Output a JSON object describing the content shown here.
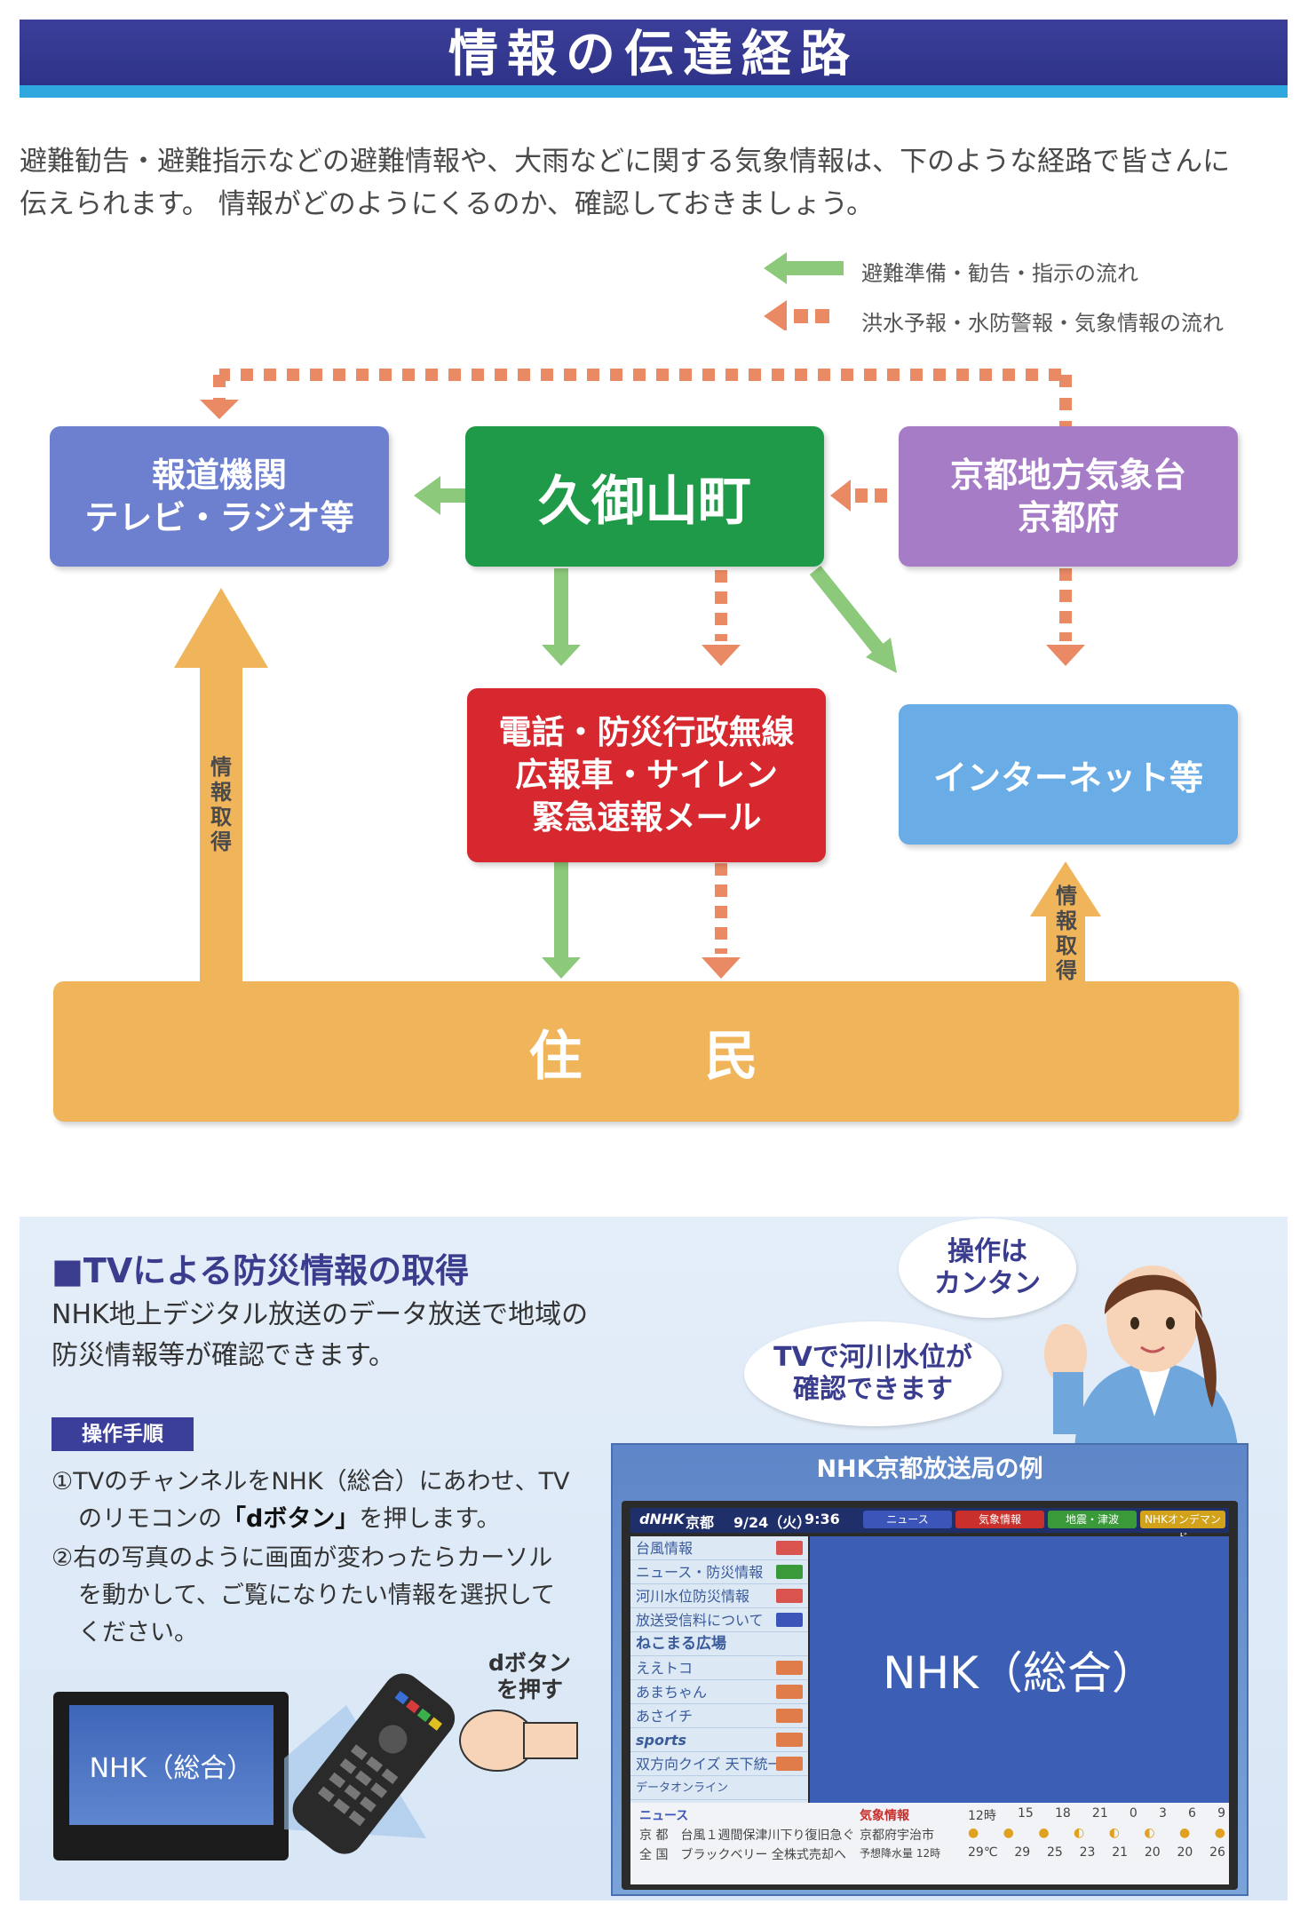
{
  "header": {
    "title": "情報の伝達経路"
  },
  "intro": {
    "line1": "避難勧告・避難指示などの避難情報や、大雨などに関する気象情報は、下のような経路で皆さんに",
    "line2": "伝えられます。 情報がどのようにくるのか、確認しておきましょう。"
  },
  "legend": {
    "green_label": "避難準備・勧告・指示の流れ",
    "orange_label": "洪水予報・水防警報・気象情報の流れ"
  },
  "colors": {
    "header_bg": "#2e3388",
    "header_stripe": "#2fa8e0",
    "green_flow": "#8cc97a",
    "orange_flow": "#ea8a64",
    "media_node": "#6d7fcf",
    "town_node": "#1e9a48",
    "jma_node": "#a77cc7",
    "alert_node": "#d6282e",
    "internet_node": "#6aace6",
    "residents": "#f0b55a"
  },
  "flow": {
    "media": {
      "line1": "報道機関",
      "line2": "テレビ・ラジオ等"
    },
    "town": {
      "label": "久御山町"
    },
    "jma": {
      "line1": "京都地方気象台",
      "line2": "京都府"
    },
    "alerts": {
      "line1": "電話・防災行政無線",
      "line2": "広報車・サイレン",
      "line3": "緊急速報メール"
    },
    "internet": {
      "label": "インターネット等"
    },
    "residents": {
      "label": "住　　民"
    },
    "info_get_left": [
      "情",
      "報",
      "取",
      "得"
    ],
    "info_get_right": [
      "情",
      "報",
      "取",
      "得"
    ]
  },
  "tv_section": {
    "heading": "■TVによる防災情報の取得",
    "desc_line1": "NHK地上デジタル放送のデータ放送で地域の",
    "desc_line2": "防災情報等が確認できます。",
    "steps_badge": "操作手順",
    "step1_line1": "①TVのチャンネルをNHK（総合）にあわせ、TV",
    "step1_line2a": "のリモコンの",
    "step1_line2b": "「dボタン」",
    "step1_line2c": "を押します。",
    "step2_line1": "②右の写真のように画面が変わったらカーソル",
    "step2_line2": "を動かして、ご覧になりたい情報を選択して",
    "step2_line3": "ください。",
    "bubble_easy_1": "操作は",
    "bubble_easy_2": "カンタン",
    "bubble_river_1": "TVで河川水位が",
    "bubble_river_2": "確認できます",
    "dbutton_label_1": "dボタン",
    "dbutton_label_2": "を押す",
    "small_tv_label": "NHK（総合）",
    "example_title": "NHK京都放送局の例",
    "screen": {
      "station": "京都",
      "date": "9/24（火）",
      "time": "9:36",
      "categories": [
        "ニュース",
        "気象情報",
        "地震・津波",
        "NHKオンデマンド"
      ],
      "menu_items": [
        "台風情報",
        "ニュース・防災情報",
        "河川水位防災情報",
        "放送受信料について",
        "ねこまる広場",
        "ええトコ",
        "あまちゃん",
        "あさイチ",
        "sports",
        "双方向クイズ 天下統一",
        "データオンライン"
      ],
      "main_label": "NHK（総合）",
      "news_header": "ニュース",
      "news_1": "京 都　台風１週間保津川下り復旧急ぐ",
      "news_2": "全 国　ブラックベリー 全株式売却へ",
      "weather_header": "気象情報",
      "weather_place": "京都府宇治市",
      "weather_sub": "予想降水量 12時",
      "hours": [
        "12時",
        "15",
        "18",
        "21",
        "0",
        "3",
        "6",
        "9"
      ],
      "temps": [
        "29℃",
        "29",
        "25",
        "23",
        "21",
        "20",
        "20",
        "26"
      ]
    }
  }
}
